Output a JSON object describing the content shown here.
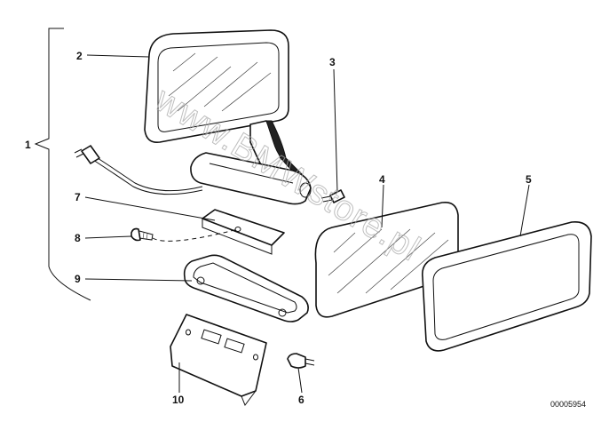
{
  "diagram": {
    "callouts": [
      "1",
      "2",
      "3",
      "4",
      "5",
      "6",
      "7",
      "8",
      "9",
      "10"
    ],
    "part_number": "00005954",
    "watermark": "www.BMWstore.pl"
  }
}
